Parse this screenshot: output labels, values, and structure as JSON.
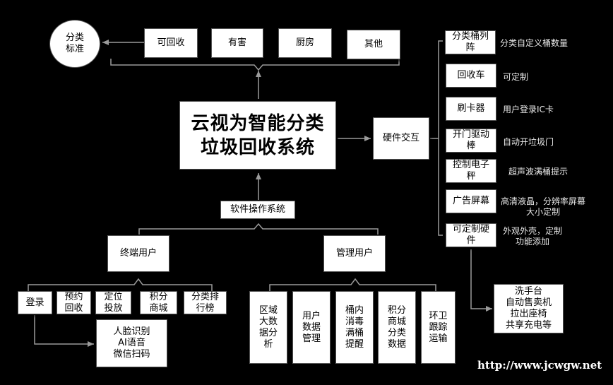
{
  "title": "云视为智能分类\n垃圾回收系统",
  "classification": {
    "standard": "分类\n标准",
    "items": [
      "可回收",
      "有害",
      "厨房",
      "其他"
    ]
  },
  "software": "软件操作系统",
  "terminal_user": {
    "label": "终端用户",
    "items": [
      "登录",
      "预约\n回收",
      "定位\n投放",
      "积分\n商城",
      "分类排\n行榜"
    ],
    "login_features": "人脸识别\nAI语音\n微信扫码"
  },
  "admin_user": {
    "label": "管理用户",
    "items": [
      "区域\n大数\n据分\n析",
      "用户\n数据\n管理",
      "桶内\n消毒\n满桶\n提醒",
      "积分\n商城\n分类\n数据",
      "环卫\n跟踪\n运输"
    ]
  },
  "hardware": {
    "label": "硬件交互",
    "items": [
      {
        "name": "分类桶列\n阵",
        "desc": "分类自定义桶数量"
      },
      {
        "name": "回收车",
        "desc": "可定制"
      },
      {
        "name": "刷卡器",
        "desc": "用户登录IC卡"
      },
      {
        "name": "开门驱动\n棒",
        "desc": "自动开垃圾门"
      },
      {
        "name": "控制电子\n秤",
        "desc": "超声波满桶提示"
      },
      {
        "name": "广告屏幕",
        "desc": "高清液晶，分辨率屏幕\n大小定制"
      },
      {
        "name": "可定制硬\n件",
        "desc": "外观外壳，定制\n功能添加"
      }
    ],
    "extras": "洗手台\n自动售卖机\n拉出座椅\n共享充电等"
  },
  "watermark": "http://www.jcwgw.net"
}
